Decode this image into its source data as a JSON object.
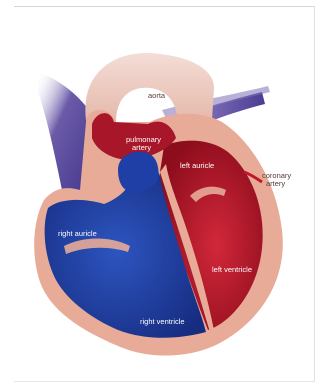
{
  "labels": {
    "aorta": "aorta",
    "pulmonary_artery_1": "pulmonary",
    "pulmonary_artery_2": "artery",
    "left_auricle": "left auricle",
    "coronary_artery_1": "coronary",
    "coronary_artery_2": "artery",
    "right_auricle": "right auricle",
    "left_ventricle": "left ventricle",
    "right_ventricle": "right ventricle"
  },
  "colors": {
    "wall": "#e9b3a1",
    "oxygenated": "#b0182a",
    "deoxygenated": "#1d3a9a",
    "vein": "#5a4a9c"
  }
}
